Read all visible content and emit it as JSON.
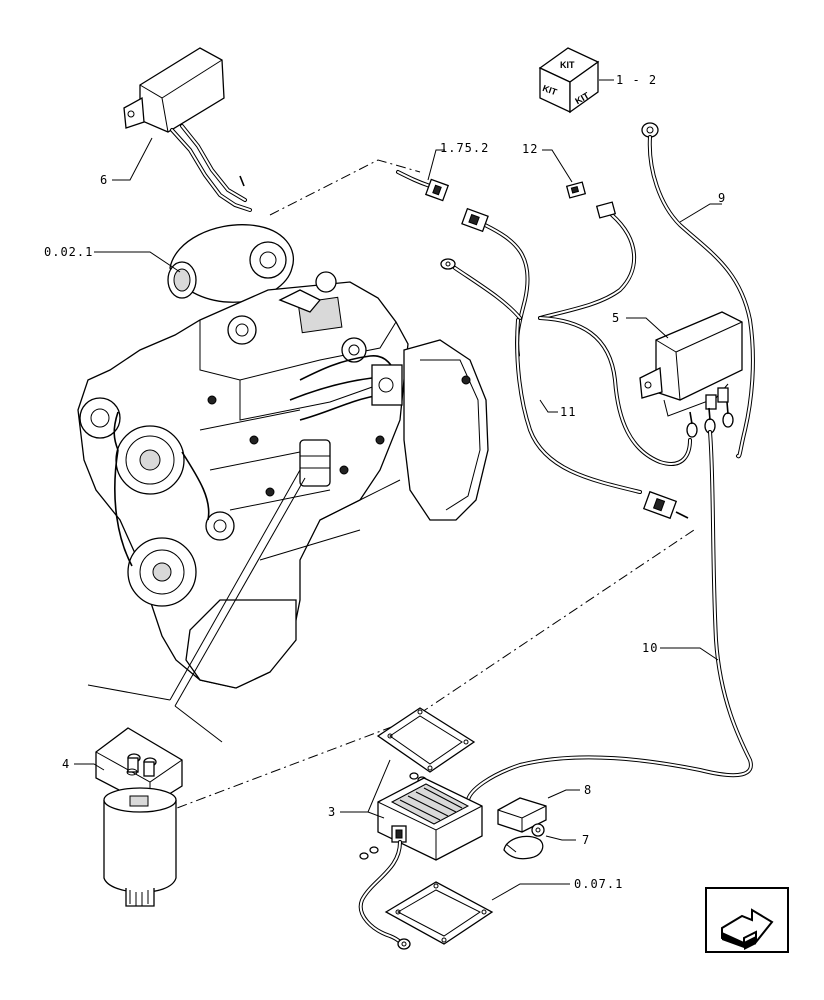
{
  "callouts": {
    "kit_ref": "1 - 2",
    "ref_1_75_2": "1.75.2",
    "item_12": "12",
    "item_9": "9",
    "item_6": "6",
    "ref_0_02_1": "0.02.1",
    "item_5": "5",
    "item_11": "11",
    "item_10": "10",
    "item_4": "4",
    "item_8": "8",
    "item_3": "3",
    "item_7": "7",
    "ref_0_07_1": "0.07.1"
  },
  "kit_box": {
    "top": "KIT",
    "left": "KIT",
    "right": "KIT"
  },
  "nav_icon": "next-page-arrow-icon"
}
